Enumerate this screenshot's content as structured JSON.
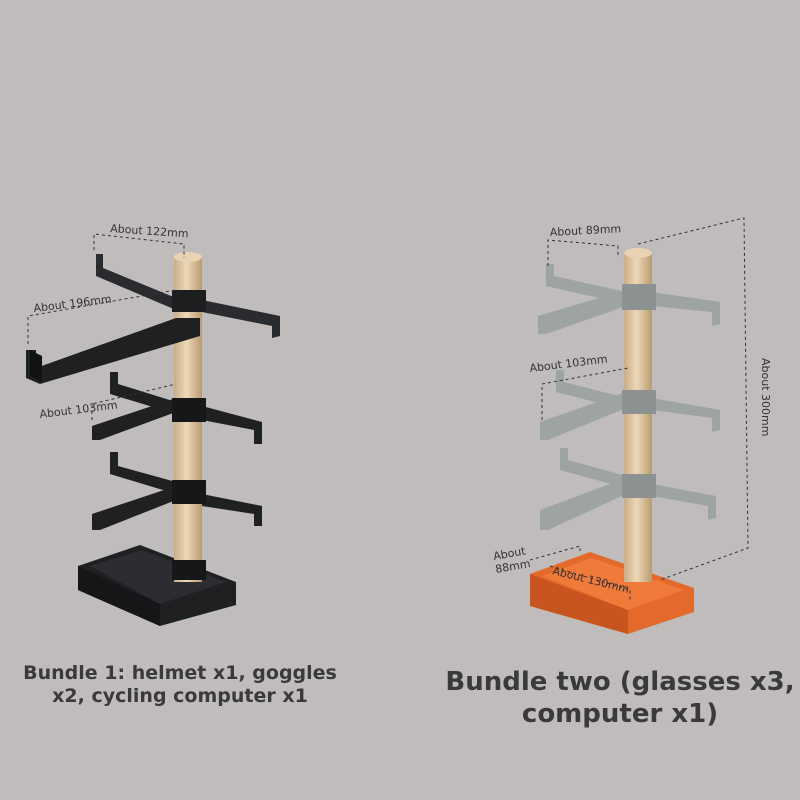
{
  "bundle1": {
    "caption": "Bundle 1: helmet x1, goggles x2, cycling computer x1",
    "dimensions": {
      "top_arm": "About 122mm",
      "swing_arm": "About 196mm",
      "mid_arm": "About 103mm"
    },
    "colors": {
      "stand": "#1f2022",
      "pole": "#d9c2a0"
    }
  },
  "bundle2": {
    "caption": "Bundle two (glasses x3, computer x1)",
    "dimensions": {
      "top_arm": "About 89mm",
      "mid_arm": "About 103mm",
      "height": "About 300mm",
      "base_depth_line1": "About",
      "base_depth_line2": "88mm",
      "base_width": "About 130mm"
    },
    "colors": {
      "arms": "#9ea3a4",
      "tray": "#e46a2b",
      "pole": "#d9c2a0"
    }
  }
}
